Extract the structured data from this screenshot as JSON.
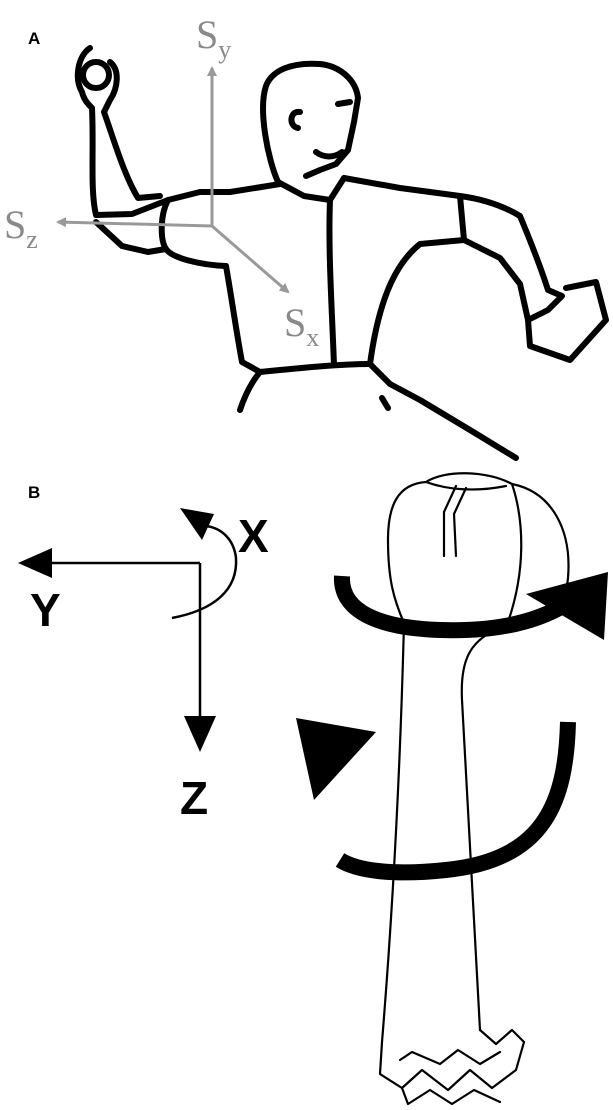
{
  "panel_a": {
    "label": "A",
    "axes": {
      "sy": {
        "main": "S",
        "sub": "y"
      },
      "sz": {
        "main": "S",
        "sub": "z"
      },
      "sx": {
        "main": "S",
        "sub": "x"
      }
    }
  },
  "panel_b": {
    "label": "B",
    "axes": {
      "x": "X",
      "y": "Y",
      "z": "Z"
    }
  },
  "colors": {
    "ink": "#000000",
    "shoulder_axes": "#999999",
    "background": "#ffffff"
  }
}
